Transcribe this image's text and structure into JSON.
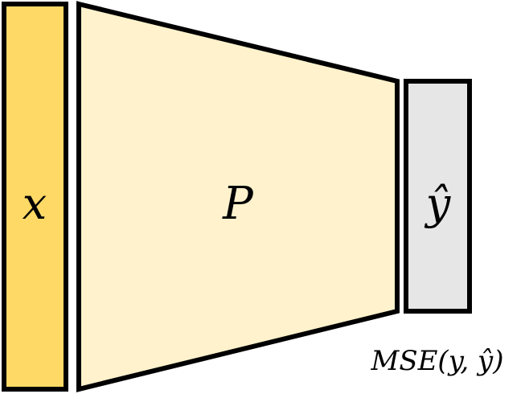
{
  "diagram": {
    "input_label": "x",
    "model_label": "P",
    "output_label": "ŷ",
    "loss_label": "MSE(y, ŷ)",
    "colors": {
      "input_fill": "#FFD966",
      "model_fill": "#FFF2CC",
      "output_fill": "#E7E6E6",
      "stroke": "#000000"
    }
  }
}
